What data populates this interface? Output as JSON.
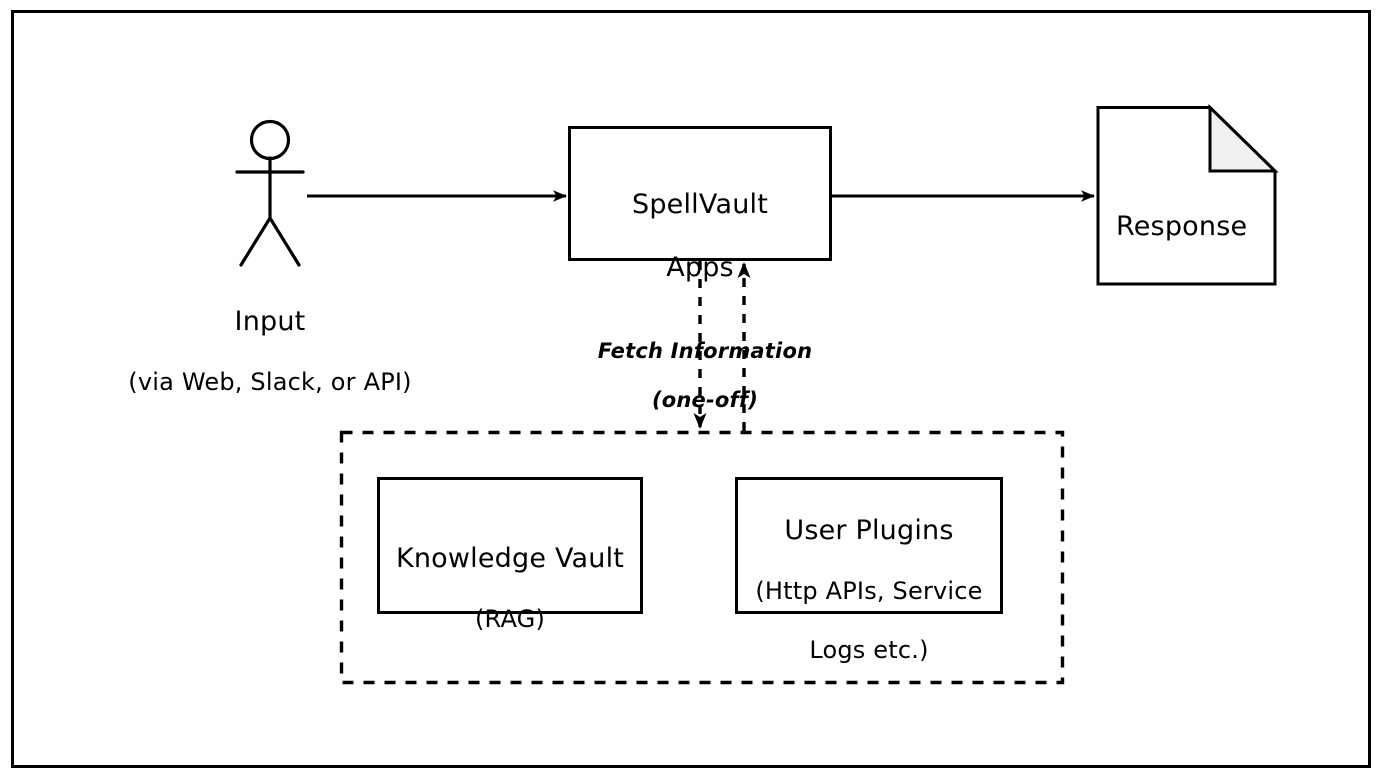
{
  "diagram": {
    "title": "SpellVault Apps architecture flow",
    "colors": {
      "stroke": "#000000",
      "background": "#ffffff",
      "fold_fill": "#f0f0f0"
    },
    "frame": {
      "name": "outer-border"
    },
    "actor": {
      "icon": "stick-figure-user-icon",
      "label_line1": "Input",
      "label_line2": "(via Web, Slack, or API)"
    },
    "spellvault": {
      "label_line1": "SpellVault",
      "label_line2": "Apps"
    },
    "response": {
      "label": "Response",
      "shape": "document-with-folded-corner"
    },
    "fetch_edge": {
      "label_line1": "Fetch Information",
      "label_line2": "(one-off)",
      "style": "dashed",
      "direction": "bidirectional"
    },
    "input_edge": {
      "style": "solid",
      "direction": "right"
    },
    "output_edge": {
      "style": "solid",
      "direction": "right"
    },
    "sources_container": {
      "style": "dashed",
      "label": ""
    },
    "knowledge_vault": {
      "label_line1": "Knowledge Vault",
      "label_line2": "(RAG)"
    },
    "user_plugins": {
      "label_line1": "User Plugins",
      "label_line2": "(Http APIs, Service",
      "label_line3": "Logs etc.)"
    }
  }
}
